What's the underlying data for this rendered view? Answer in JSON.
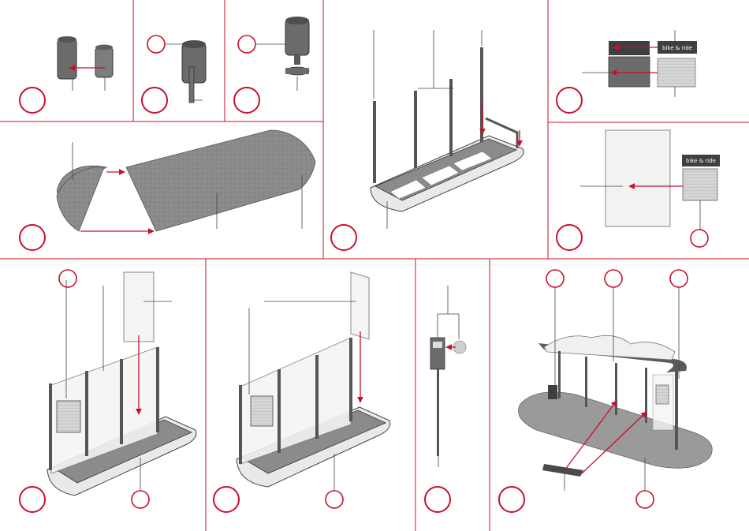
{
  "page": {
    "background": "#ffffff",
    "divider_color": "#c8102e",
    "callout_color": "#c8102e"
  },
  "sign": {
    "top_board_text": "bike & ride",
    "right_board_text": "bike & ride"
  },
  "steps": [
    {
      "name": "step-1-bin-assembly",
      "callouts": 1
    },
    {
      "name": "step-2-bin-post",
      "callouts": 2
    },
    {
      "name": "step-3-bin-base",
      "callouts": 2
    },
    {
      "name": "step-4-platform",
      "callouts": 1
    },
    {
      "name": "step-5-frame",
      "callouts": 1
    },
    {
      "name": "step-6-sign-boards",
      "callouts": 1
    },
    {
      "name": "step-7-timetable",
      "callouts": 2
    },
    {
      "name": "step-8-rear-wall",
      "callouts": 3
    },
    {
      "name": "step-9-side-wall",
      "callouts": 2
    },
    {
      "name": "step-10-stop-pole",
      "callouts": 1
    },
    {
      "name": "step-11-final-shelter",
      "callouts": 5
    }
  ]
}
